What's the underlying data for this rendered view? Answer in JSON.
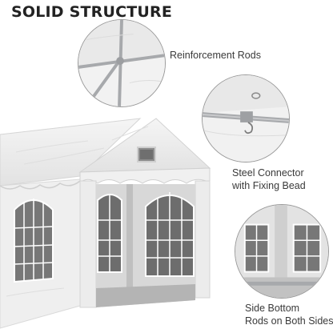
{
  "title": "SOLID STRUCTURE",
  "features": [
    {
      "lines": [
        "Reinforcement Rods"
      ]
    },
    {
      "lines": [
        "Steel Connector",
        "with Fixing Bead"
      ]
    },
    {
      "lines": [
        "Side Bottom",
        "Rods on Both Sides"
      ]
    }
  ],
  "colors": {
    "canvas": "#eeeeee",
    "frame": "#a7a9ac",
    "border": "#9a9a9a"
  }
}
